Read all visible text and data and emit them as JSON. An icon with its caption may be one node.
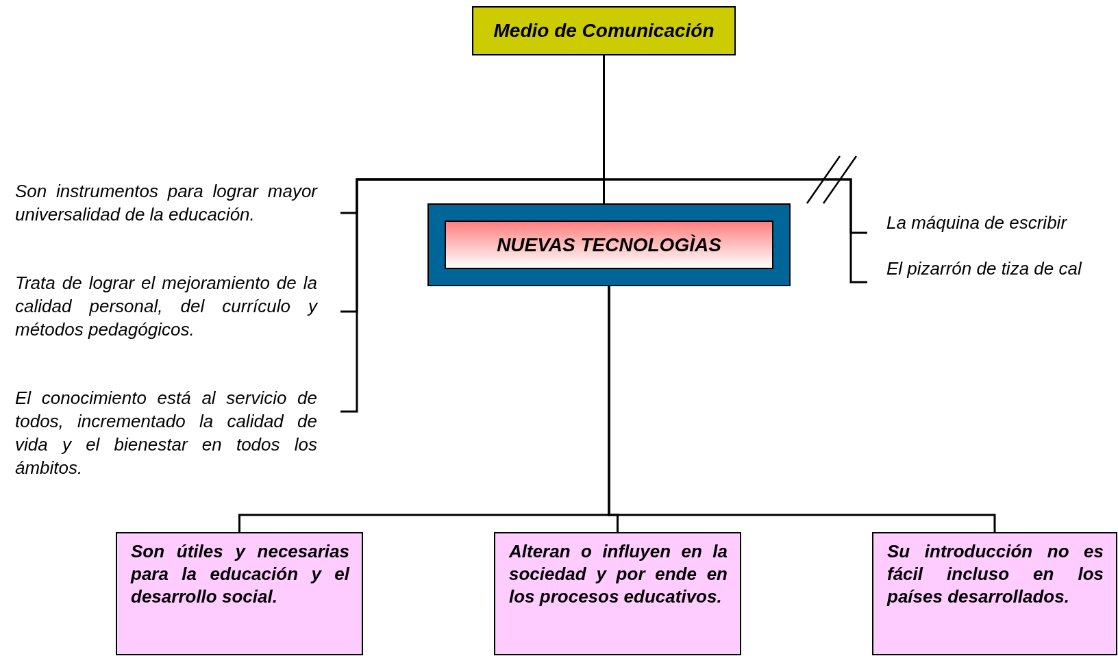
{
  "diagram": {
    "nodes": [
      {
        "text": [
          "Medio de Comunicación"
        ]
      },
      {
        "text": [
          "NUEVAS TECNOLOGÌAS"
        ]
      },
      {
        "text": [
          "Son instrumentos para lograr mayor universalidad de la educación."
        ]
      },
      {
        "text": [
          "Trata de lograr el mejoramiento de la calidad personal, del currículo y métodos pedagógicos."
        ]
      },
      {
        "text": [
          "El conocimiento está al servicio de todos, incrementado la calidad de vida y el bienestar en todos los ámbitos."
        ]
      },
      {
        "text": [
          "La máquina de escribir"
        ]
      },
      {
        "text": [
          "El pizarrón de tiza de cal"
        ]
      },
      {
        "text": [
          "Son útiles y necesarias para la educación y el desarrollo social."
        ]
      },
      {
        "text": [
          "Alteran o influyen en la sociedad y por ende en los procesos educativos."
        ]
      },
      {
        "text": [
          "Su introducción no es fácil incluso en los países desarrollados."
        ]
      }
    ],
    "edges": [
      {
        "from": 0,
        "to": 1,
        "arrow": "none"
      },
      {
        "from": 0,
        "to": 2,
        "arrow": "none"
      },
      {
        "from": 0,
        "to": 3,
        "arrow": "none"
      },
      {
        "from": 0,
        "to": 4,
        "arrow": "none"
      },
      {
        "from": 0,
        "to": 5,
        "arrow": "none"
      },
      {
        "from": 0,
        "to": 6,
        "arrow": "none"
      },
      {
        "from": 1,
        "to": 7,
        "arrow": "none"
      },
      {
        "from": 1,
        "to": 8,
        "arrow": "none"
      },
      {
        "from": 1,
        "to": 9,
        "arrow": "none"
      }
    ]
  }
}
